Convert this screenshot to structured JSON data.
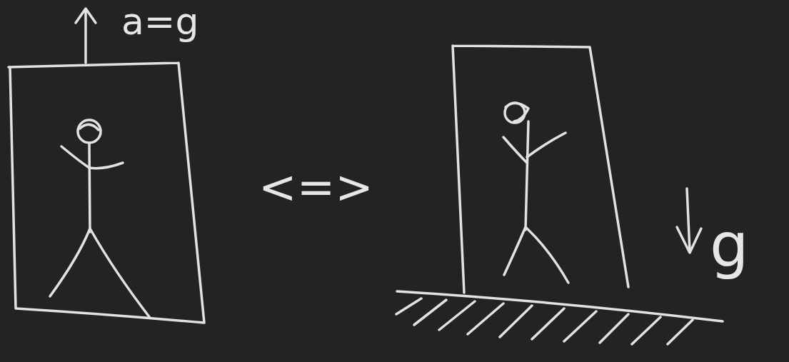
{
  "diagram": {
    "labels": [
      "a=g",
      "<=>",
      "g"
    ]
  }
}
